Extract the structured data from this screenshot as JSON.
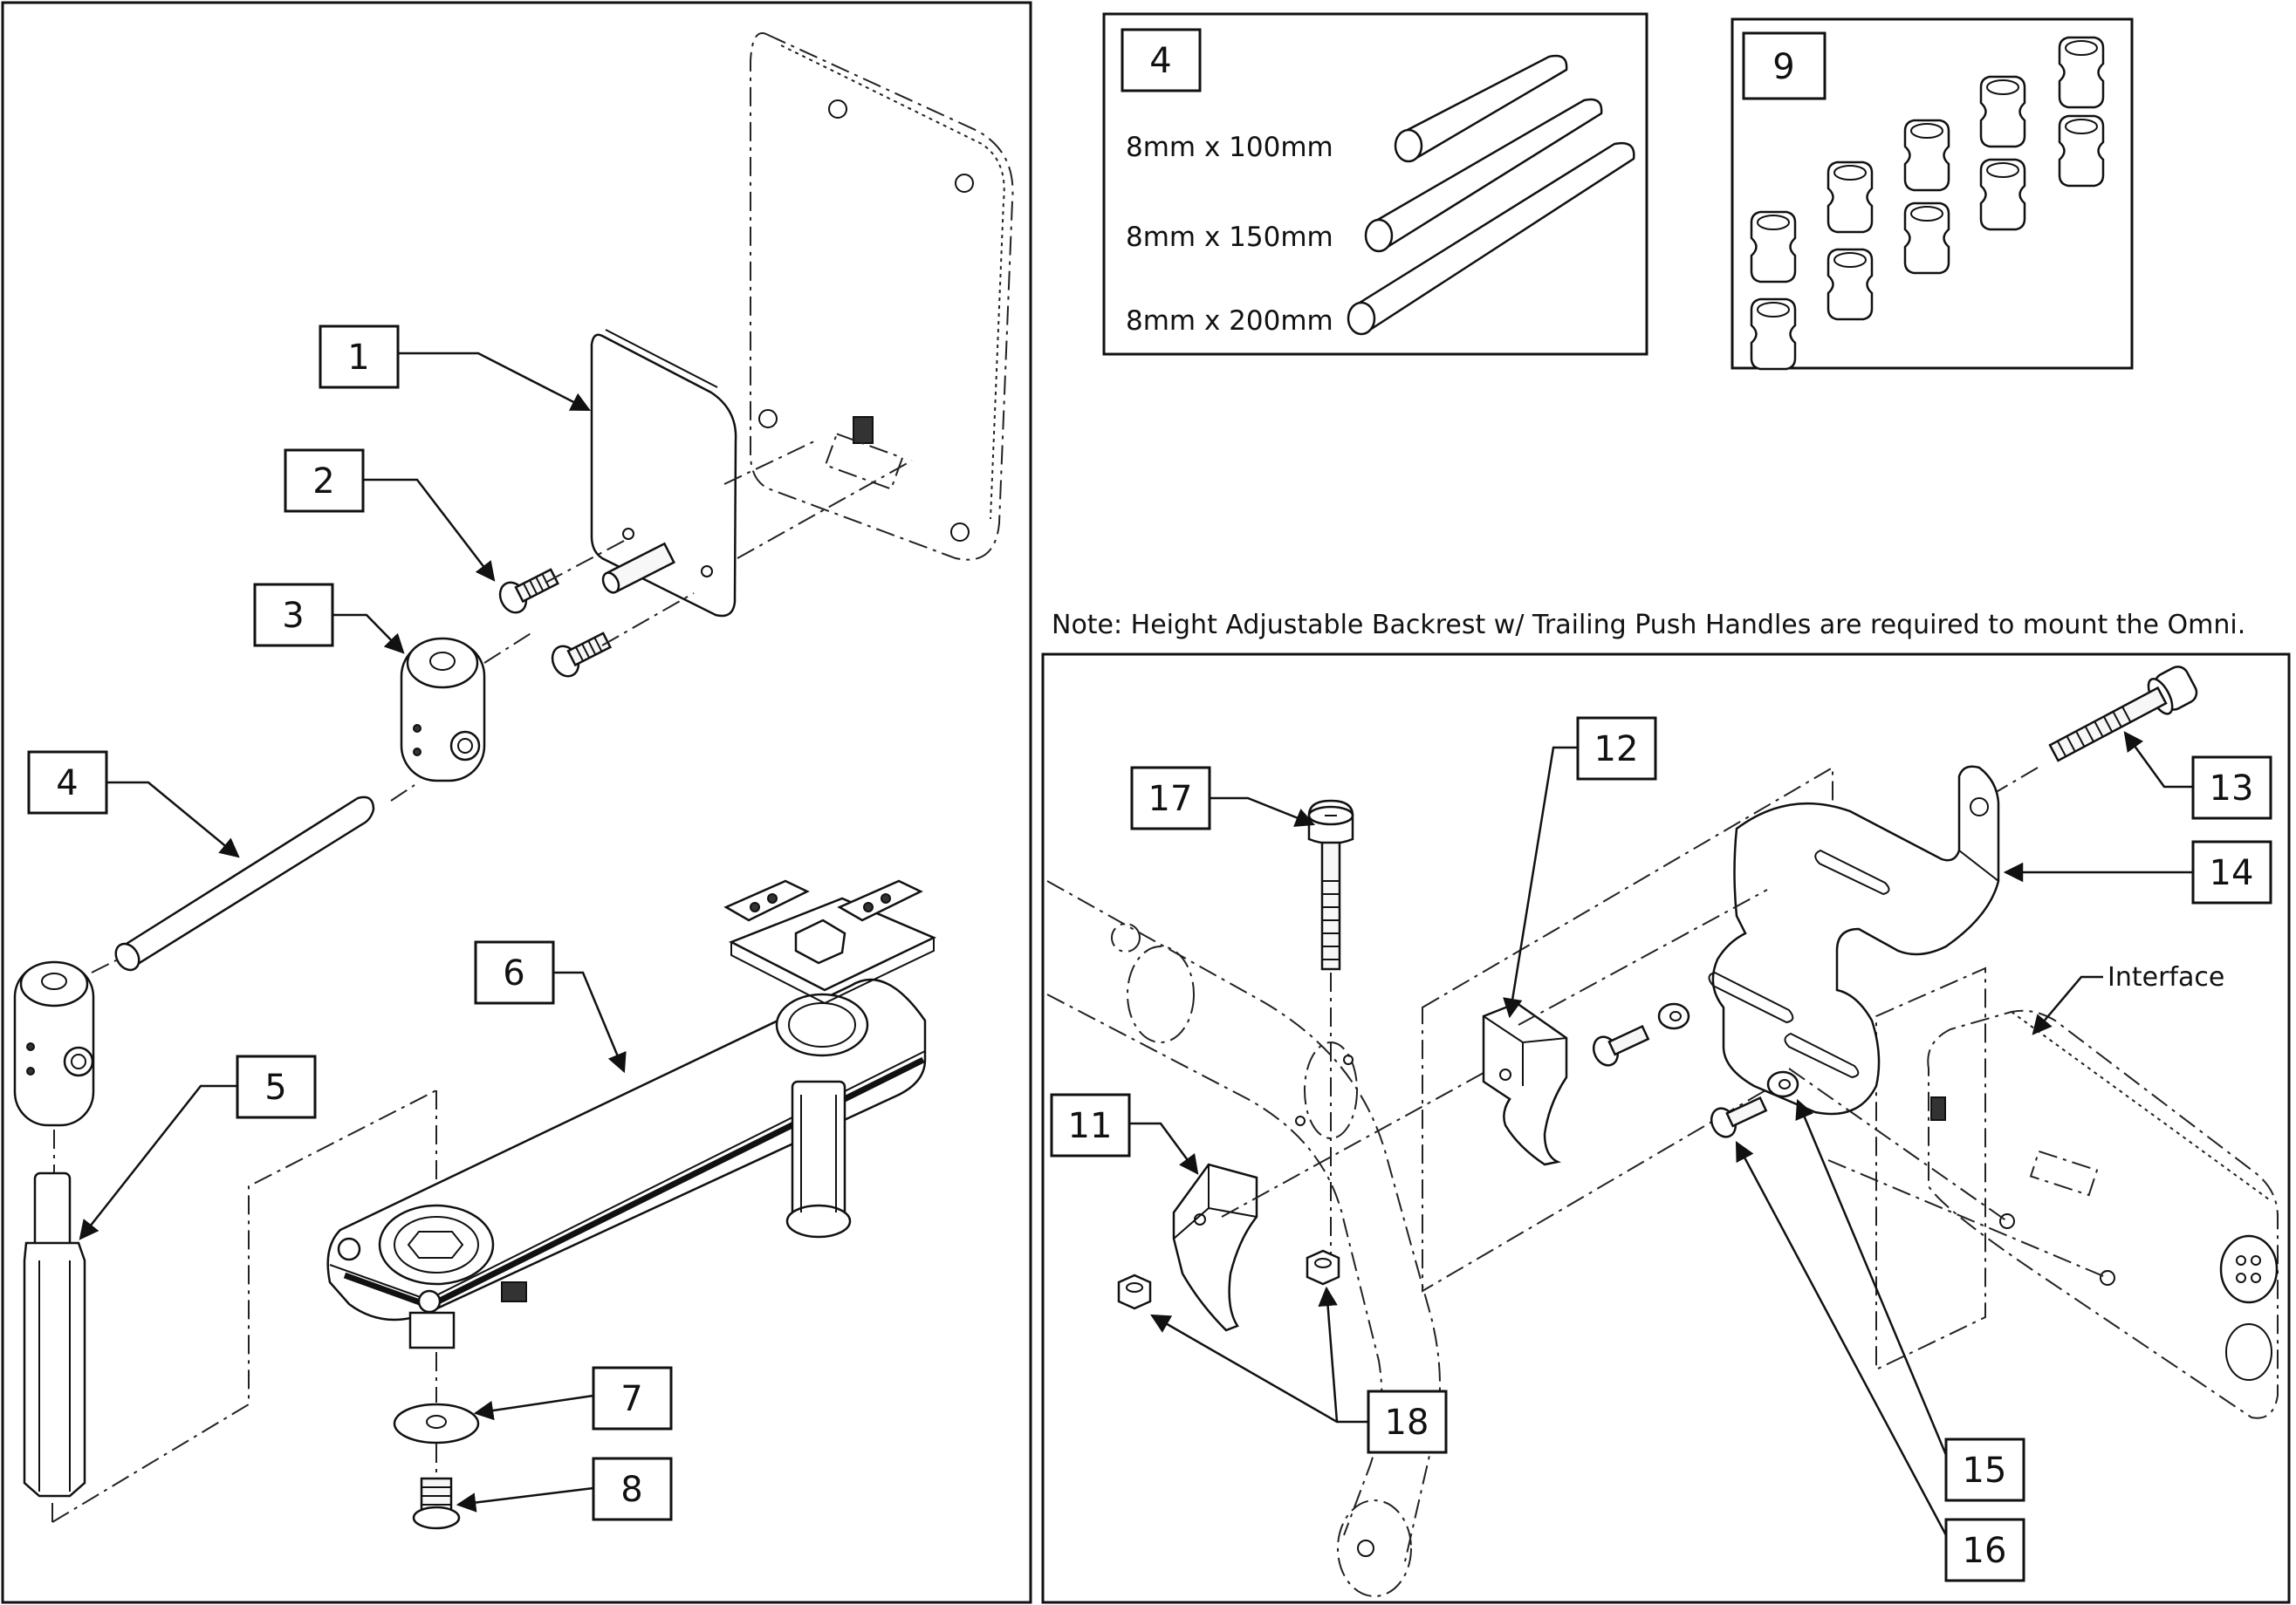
{
  "callouts": {
    "c1": "1",
    "c2": "2",
    "c3": "3",
    "c4": "4",
    "c5": "5",
    "c6": "6",
    "c7": "7",
    "c8": "8",
    "c11": "11",
    "c12": "12",
    "c13": "13",
    "c14": "14",
    "c15": "15",
    "c16": "16",
    "c17": "17",
    "c18": "18"
  },
  "kit_rods": {
    "number": "4",
    "sizes": [
      "8mm x 100mm",
      "8mm x 150mm",
      "8mm x 200mm"
    ]
  },
  "kit_clips": {
    "number": "9"
  },
  "note": "Note: Height Adjustable Backrest w/ Trailing Push Handles are required to mount the Omni.",
  "interface_label": "Interface"
}
